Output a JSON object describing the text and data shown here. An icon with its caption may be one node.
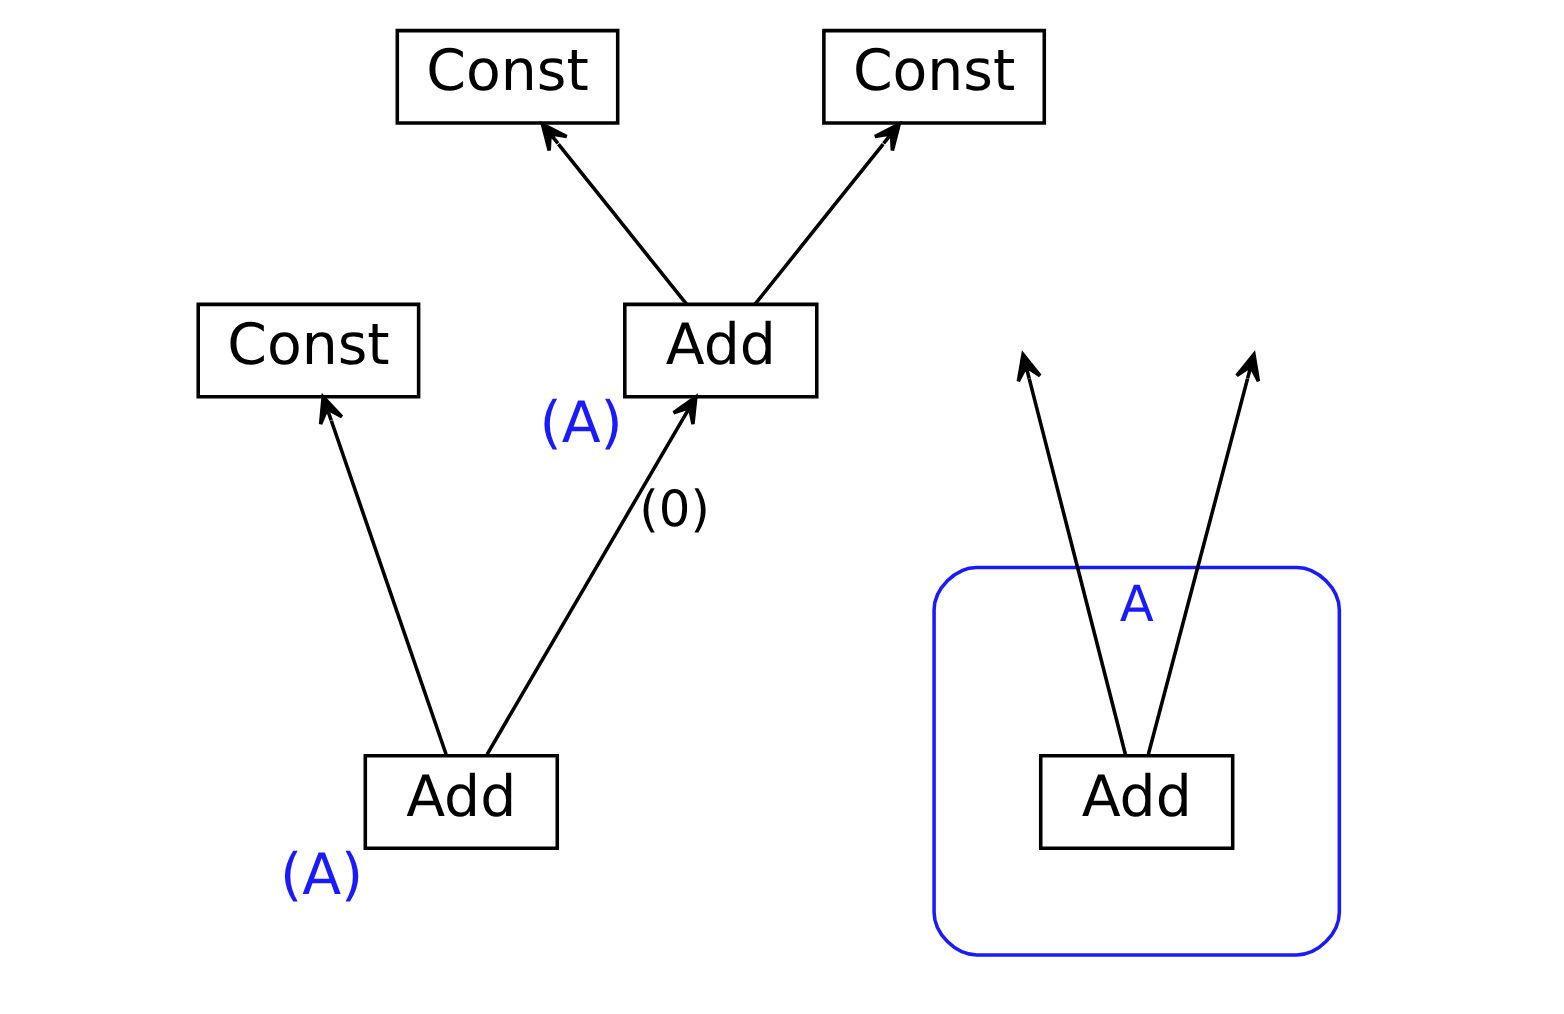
{
  "diagram": {
    "nodes": [
      {
        "text": [
          "Const"
        ]
      },
      {
        "text": [
          "Const"
        ]
      },
      {
        "text": [
          "Const"
        ]
      },
      {
        "text": [
          "Add"
        ],
        "beside": [
          "(A)"
        ]
      },
      {
        "text": [
          "Add"
        ],
        "beside": [
          "(A)"
        ]
      },
      {
        "text": [
          "A"
        ]
      },
      {
        "text": [
          "Add"
        ],
        "in": 5
      }
    ],
    "edges": [
      {
        "from": 3,
        "to": 0,
        "arrow": "to"
      },
      {
        "from": 3,
        "to": 1,
        "arrow": "to"
      },
      {
        "from": 4,
        "to": 2,
        "arrow": "to"
      },
      {
        "from": 4,
        "to": 3,
        "arrow": "to",
        "label": "(0)"
      },
      {
        "from": 6,
        "to": null,
        "arrow": "to"
      },
      {
        "from": 6,
        "to": null,
        "arrow": "to"
      }
    ]
  }
}
